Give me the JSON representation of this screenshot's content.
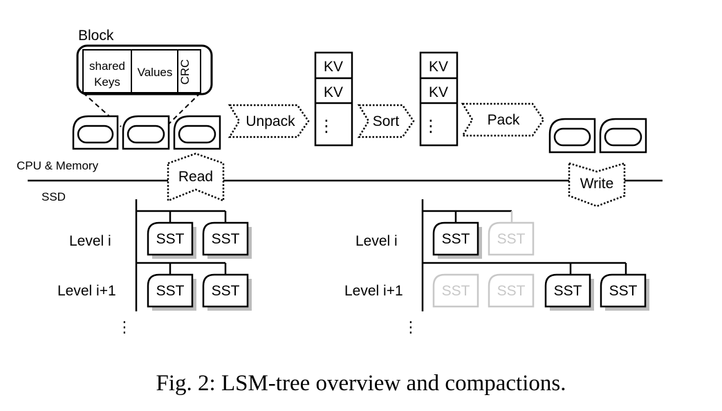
{
  "block": {
    "title": "Block",
    "shared_keys_line1": "shared",
    "shared_keys_line2": "Keys",
    "values": "Values",
    "crc": "CRC"
  },
  "operations": {
    "unpack": "Unpack",
    "sort": "Sort",
    "pack": "Pack",
    "read": "Read",
    "write": "Write"
  },
  "kv_stacks": {
    "entry_label": "KV",
    "more": "⋮"
  },
  "layers": {
    "top": "CPU & Memory",
    "bottom": "SSD"
  },
  "lsm": {
    "level_i": "Level i",
    "level_i1": "Level i+1",
    "more": "⋮",
    "sst_label": "SST",
    "before": {
      "level_i": [
        {
          "label": "SST",
          "state": "active"
        },
        {
          "label": "SST",
          "state": "active"
        }
      ],
      "level_i1": [
        {
          "label": "SST",
          "state": "active"
        },
        {
          "label": "SST",
          "state": "active"
        }
      ]
    },
    "after": {
      "level_i": [
        {
          "label": "SST",
          "state": "active"
        },
        {
          "label": "SST",
          "state": "removed"
        }
      ],
      "level_i1": [
        {
          "label": "SST",
          "state": "removed"
        },
        {
          "label": "SST",
          "state": "removed"
        },
        {
          "label": "SST",
          "state": "active"
        },
        {
          "label": "SST",
          "state": "active"
        }
      ]
    }
  },
  "caption": "Fig. 2: LSM-tree overview and compactions."
}
